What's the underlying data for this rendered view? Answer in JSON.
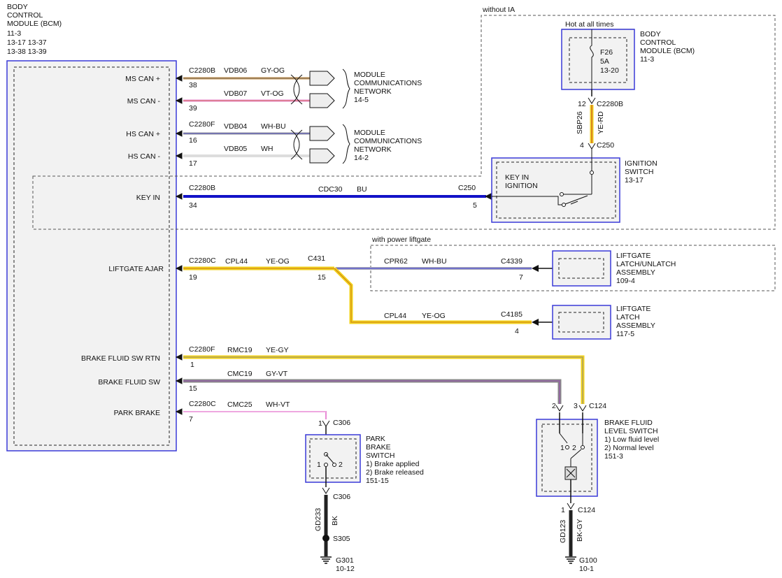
{
  "bcm_header": {
    "lines": [
      "BODY",
      "CONTROL",
      "MODULE (BCM)",
      "11-3",
      "13-17   13-37",
      "13-38   13-39"
    ]
  },
  "bcm_pins": {
    "ms_can_plus": "MS CAN +",
    "ms_can_minus": "MS CAN -",
    "hs_can_plus": "HS CAN +",
    "hs_can_minus": "HS CAN -",
    "key_in": "KEY IN",
    "liftgate_ajar": "LIFTGATE AJAR",
    "brake_fluid_sw_rtn": "BRAKE FLUID SW RTN",
    "brake_fluid_sw": "BRAKE FLUID SW",
    "park_brake": "PARK BRAKE"
  },
  "wires": {
    "ms_can_plus": {
      "conn": "C2280B",
      "circuit": "VDB06",
      "color": "GY-OG",
      "pin": "38"
    },
    "ms_can_minus": {
      "circuit": "VDB07",
      "color": "VT-OG",
      "pin": "39"
    },
    "hs_can_plus": {
      "conn": "C2280F",
      "circuit": "VDB04",
      "color": "WH-BU",
      "pin": "16"
    },
    "hs_can_minus": {
      "circuit": "VDB05",
      "color": "WH",
      "pin": "17"
    },
    "key_in": {
      "conn": "C2280B",
      "circuit": "CDC30",
      "color": "BU",
      "pin": "34",
      "end_conn": "C250",
      "end_pin": "5"
    },
    "liftgate": {
      "conn": "C2280C",
      "circuit": "CPL44",
      "color": "YE-OG",
      "pin": "19",
      "splice": "C431",
      "splice_pin": "15"
    },
    "liftgate_unlatch": {
      "circuit": "CPR62",
      "color": "WH-BU",
      "conn": "C4339",
      "pin": "7"
    },
    "liftgate_latch": {
      "circuit": "CPL44",
      "color": "YE-OG",
      "conn": "C4185",
      "pin": "4"
    },
    "brake_rtn": {
      "conn": "C2280F",
      "circuit": "RMC19",
      "color": "YE-GY",
      "pin": "1"
    },
    "brake_sw": {
      "circuit": "CMC19",
      "color": "GY-VT",
      "pin": "15"
    },
    "park_brake": {
      "conn": "C2280C",
      "circuit": "CMC25",
      "color": "WH-VT",
      "pin": "7"
    },
    "ign_feed": {
      "pin_top": "12",
      "conn_top": "C2280B",
      "circuit": "SBP26",
      "color": "YE-RD",
      "pin_bot": "4",
      "conn_bot": "C250"
    }
  },
  "network_ms": {
    "lines": [
      "MODULE",
      "COMMUNICATIONS",
      "NETWORK",
      "14-5"
    ]
  },
  "network_hs": {
    "lines": [
      "MODULE",
      "COMMUNICATIONS",
      "NETWORK",
      "14-2"
    ]
  },
  "without_ia": "without IA",
  "hot_at_all_times": "Hot at all times",
  "fuse": {
    "name": "F26",
    "rating": "5A",
    "ref": "13-20"
  },
  "bcm_fuse_label": {
    "lines": [
      "BODY",
      "CONTROL",
      "MODULE (BCM)",
      "11-3"
    ]
  },
  "ignition_switch": {
    "inner": [
      "KEY IN",
      "IGNITION"
    ],
    "label": [
      "IGNITION",
      "SWITCH",
      "13-17"
    ]
  },
  "with_power_liftgate": "with power liftgate",
  "liftgate_unlatch_asm": {
    "lines": [
      "LIFTGATE",
      "LATCH/UNLATCH",
      "ASSEMBLY",
      "109-4"
    ]
  },
  "liftgate_latch_asm": {
    "lines": [
      "LIFTGATE",
      "LATCH",
      "ASSEMBLY",
      "117-5"
    ]
  },
  "park_brake_switch": {
    "lines": [
      "PARK",
      "BRAKE",
      "SWITCH",
      "1) Brake applied",
      "2) Brake released",
      "151-15"
    ],
    "conn_top": "C306",
    "pin_top": "1",
    "conn_bot": "C306",
    "ground_circuit": "GD233",
    "ground_color": "BK",
    "splice": "S305",
    "ground": "G301",
    "ground_ref": "10-12",
    "contact1": "1",
    "contact2": "2"
  },
  "brake_fluid_switch": {
    "lines": [
      "BRAKE FLUID",
      "LEVEL SWITCH",
      "1) Low fluid level",
      "2) Normal level",
      "151-3"
    ],
    "conn_top": "C124",
    "pin_a": "2",
    "pin_b": "3",
    "conn_bot": "C124",
    "pin_bot": "1",
    "ground_circuit": "GD123",
    "ground_color": "BK-GY",
    "ground": "G100",
    "ground_ref": "10-1",
    "contact1": "1",
    "contact2": "2"
  },
  "colors": {
    "blue_box": "#3a3ad8",
    "blue_wire": "#1212c8",
    "yellow": "#f2d21a",
    "pink": "#e98ad6",
    "orange": "#e0a040",
    "gray": "#999999",
    "dark": "#222222"
  }
}
